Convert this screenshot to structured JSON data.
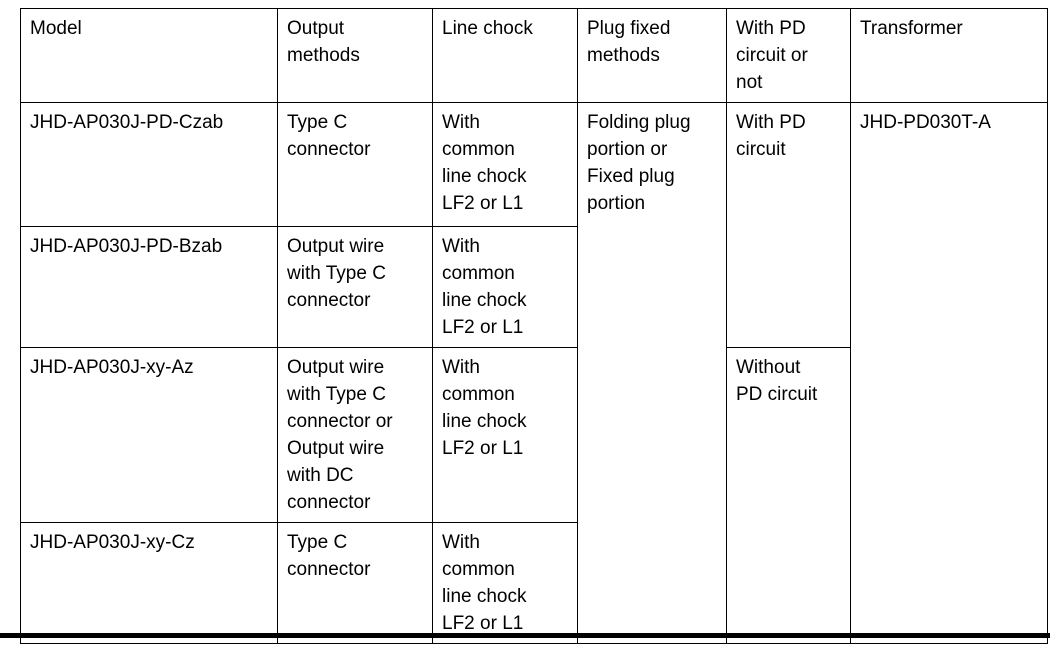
{
  "document": {
    "table": {
      "headers": {
        "model": "Model",
        "output_methods": "Output\nmethods",
        "line_chock": "Line chock",
        "plug_fixed": "Plug fixed\nmethods",
        "pd_circuit": "With PD\ncircuit or\nnot",
        "transformer": "Transformer"
      },
      "rows": [
        {
          "model": "JHD-AP030J-PD-Czab",
          "output": "Type C\nconnector",
          "chock": "With\ncommon\nline chock\nLF2 or L1"
        },
        {
          "model": "JHD-AP030J-PD-Bzab",
          "output": "Output wire\nwith Type C\nconnector",
          "chock": "With\ncommon\nline chock\nLF2 or L1"
        },
        {
          "model": "JHD-AP030J-xy-Az",
          "output": "Output wire\nwith Type C\nconnector or\nOutput wire\nwith DC\nconnector",
          "chock": "With\ncommon\nline chock\nLF2 or L1"
        },
        {
          "model": "JHD-AP030J-xy-Cz",
          "output": "Type C\nconnector",
          "chock": "With\ncommon\nline chock\nLF2 or L1"
        }
      ],
      "merged": {
        "plug_fixed": "Folding plug\nportion or\nFixed plug\nportion",
        "with_pd": "With PD\ncircuit",
        "without_pd": "Without\nPD circuit",
        "transformer": "JHD-PD030T-A"
      }
    },
    "colors": {
      "border": "#000000",
      "text": "#000000",
      "background": "#ffffff",
      "rule": "#000000"
    }
  }
}
